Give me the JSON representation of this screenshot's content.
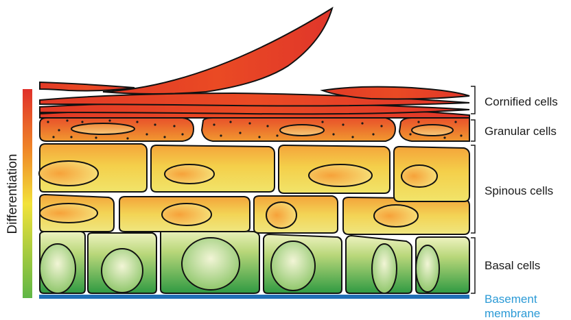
{
  "axis": {
    "label": "Differentiation"
  },
  "layers": {
    "cornified": "Cornified cells",
    "granular": "Granular cells",
    "spinous": "Spinous cells",
    "basal": "Basal cells"
  },
  "basement": {
    "line1": "Basement",
    "line2": "membrane"
  },
  "colors": {
    "red": "#e0302a",
    "orange": "#f08a28",
    "yellow": "#f2e23a",
    "green": "#5fb645",
    "membrane": "#1f6fb5",
    "membrane_label": "#2b9ad6"
  }
}
